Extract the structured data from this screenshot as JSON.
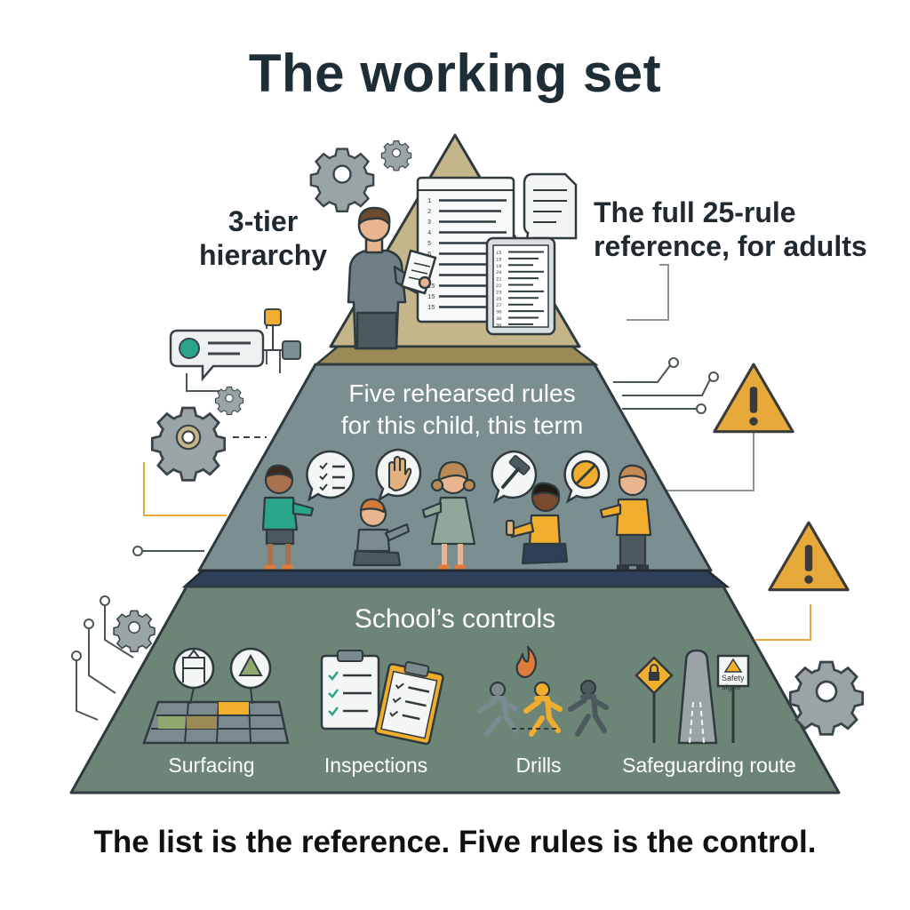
{
  "title": "The working set",
  "labels": {
    "tier_line1": "3-tier",
    "tier_line2": "hierarchy",
    "ref_line1": "The full 25-rule",
    "ref_line2": "reference, for adults"
  },
  "middle_tier": {
    "line1": "Five rehearsed rules",
    "line2": "for this child, this term",
    "rule_icons": [
      "checklist-icon",
      "stop-hand-icon",
      "hammer-icon",
      "no-entry-icon"
    ]
  },
  "base_tier": {
    "title": "School’s controls",
    "controls": [
      {
        "label": "Surfacing",
        "icon": "surfacing-icon"
      },
      {
        "label": "Inspections",
        "icon": "clipboard-icon"
      },
      {
        "label": "Drills",
        "icon": "fire-drill-icon"
      },
      {
        "label": "Safeguarding route",
        "icon": "safeguarding-route-icon"
      }
    ],
    "sign_line1": "Safety",
    "sign_line2": "signs"
  },
  "top_tier": {
    "document_numbers": [
      "1",
      "2",
      "3",
      "4",
      "5",
      "6",
      "7",
      "8",
      "15",
      "15",
      "15"
    ],
    "tablet_numbers": [
      "15",
      "15",
      "19",
      "20",
      "21",
      "22",
      "23",
      "25",
      "27",
      "30",
      "30",
      "30"
    ]
  },
  "footer": "The list is the reference. Five rules is the control.",
  "colors": {
    "top_tier": "#c4b58a",
    "middle_tier": "#7b8f91",
    "base_tier": "#6d8576",
    "band": "#2f3f59",
    "accent_orange": "#f1ad2e",
    "accent_teal": "#2aa58a",
    "warning": "#e7a93a"
  }
}
